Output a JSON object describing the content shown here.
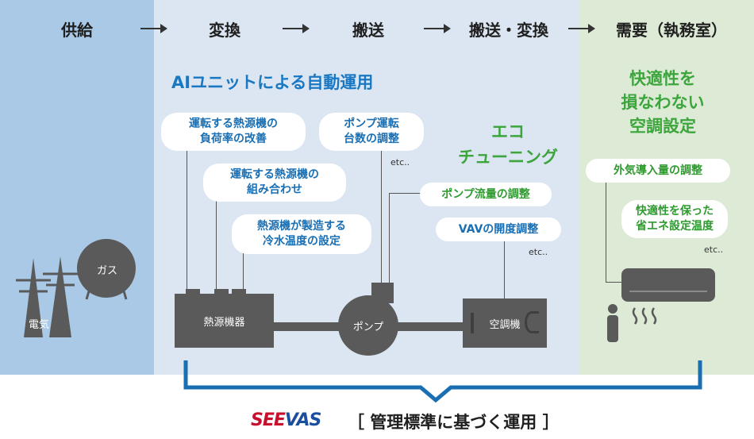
{
  "stages": {
    "supply": "供給",
    "conversion": "変換",
    "transport": "搬送",
    "transport_conversion": "搬送・変換",
    "demand": "需要（執務室）"
  },
  "ai_section": {
    "title": "AIユニットによる自動運用",
    "bubbles": {
      "load_factor": [
        "運転する熱源機の",
        "負荷率の改善"
      ],
      "combination": [
        "運転する熱源機の",
        "組み合わせ"
      ],
      "water_temp": [
        "熱源機が製造する",
        "冷水温度の設定"
      ],
      "pump_count": [
        "ポンプ運転",
        "台数の調整"
      ]
    },
    "etc": "etc.."
  },
  "eco_section": {
    "title": [
      "エコ",
      "チューニング"
    ],
    "bubbles": {
      "pump_flow": "ポンプ流量の調整",
      "vav": "VAVの開度調整"
    },
    "etc": "etc.."
  },
  "comfort_section": {
    "title": [
      "快適性を",
      "損なわない",
      "空調設定"
    ],
    "bubbles": {
      "outside_air": "外気導入量の調整",
      "eco_temp": [
        "快適性を保った",
        "省エネ設定温度"
      ]
    },
    "etc": "etc.."
  },
  "equipment": {
    "gas": "ガス",
    "electricity": "電気",
    "heat_source": "熱源機器",
    "pump": "ポンプ",
    "air_handler": "空調機"
  },
  "bottom": {
    "brand": "SeeVAS",
    "caption": "［ 管理標準に基づく運用 ］"
  },
  "colors": {
    "supply_bg": "#a9c9e6",
    "conversion_bg": "#dbe6f2",
    "demand_bg": "#ddebd6",
    "blue_accent": "#1a78c2",
    "green_accent": "#3ca53c",
    "brand_red": "#c8102e",
    "brand_blue": "#1a4fa0",
    "equipment": "#5a5a5a"
  }
}
